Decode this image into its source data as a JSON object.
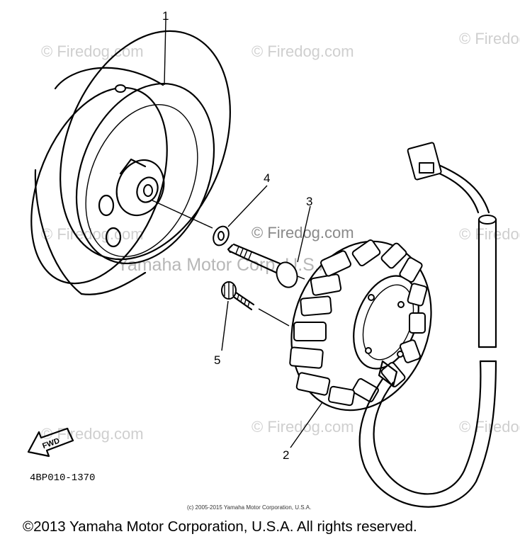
{
  "watermarks": {
    "firedog": "© Firedog.com",
    "firedog_center": "© Firedog.com",
    "yamaha_faint": "Yamaha Motor Corp. U.S.A."
  },
  "callouts": [
    "1",
    "2",
    "3",
    "4",
    "5"
  ],
  "direction_arrow_label": "FWD",
  "reference_code": "4BP010-1370",
  "small_copyright": "(c) 2005-2015 Yamaha Motor Corporation, U.S.A.",
  "footer_copyright": "©2013 Yamaha Motor Corporation, U.S.A. All rights reserved."
}
